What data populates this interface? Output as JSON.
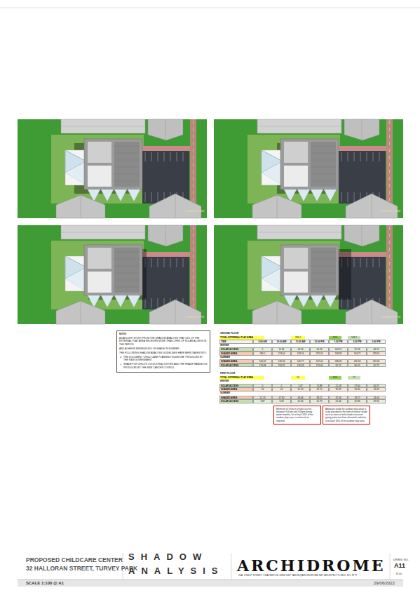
{
  "diagram": {
    "nodes": [
      {
        "text": [
          "NOTE:",
          "A DAYLIGHT STUDY FROM THE SHADOW ANALYSIS THAT 50% OF THE EXTERNAL PLAY AREA RECEIVES MORE THAN 2 HRS OF SOLAR ACCESS IN THE PERIOD",
          "AND ACHIEVE MINIMUM 30% OF SHADE IN SUMMER.",
          "THE FOLLOWING SHADOW ANALYSIS GUIDELINES HAVE BEEN TAKEN INTO:",
          "THE DOCUMENT 'CHILD CARE PLANNING GUIDELINE' PRODUCED BY THE NSW GOVERNMENT",
          "SHADE FOR CHILD'S OUTDOOR ACTIVITIES AND THE SHADE HANDBOOK PRODUCED BY THE NSW CANCER COUNCIL"
        ]
      },
      {
        "text": [
          "Minimum of 3 hours of solar access between 9:00am and 3:00pm during winter months, for at least 50% of the outdoor play area, is achieved as required."
        ]
      },
      {
        "text": [
          "Adequate shade for outdoor play areas is to be provided in the form of natural shade such as trees or built shade structures giving protection from ultraviolet radiation to at least 30% of the outdoor play area."
        ]
      }
    ],
    "labels": [
      "SUMMER 9AM",
      "SUMMER 11AM",
      "SUMMER 1PM",
      "SUMMER 3PM",
      "GROUND FLOOR",
      "TOTAL EXTERNAL PLAY AREA",
      "286.1",
      "50%",
      "143.1",
      "TIME",
      "9:00 AM",
      "10:00 AM",
      "11:00 AM",
      "12:00 PM",
      "1:00 PM",
      "2:00 PM",
      "3:00 PM",
      "WINTER",
      "SOLAR ACCESS",
      "0",
      "11.46",
      "42.94",
      "54.76",
      "102.12",
      "91.33",
      "46.19",
      "SHADED AREA",
      "286.1",
      "274.64",
      "243.16",
      "231.34",
      "183.98",
      "194.77",
      "239.91",
      "SUMMER",
      "SHADED AREA",
      "106.42",
      "130.18",
      "145.77",
      "157.04",
      "186.35",
      "205.18",
      "220.35",
      "SOLAR ACCESS",
      "179.68",
      "155.92",
      "140.33",
      "129.06",
      "99.75",
      "80.92",
      "65.75",
      "FIRST FLOOR",
      "TOTAL EXTERNAL PLAY AREA",
      "54",
      "50%",
      "27",
      "WINTER",
      "SOLAR ACCESS",
      "0",
      "0",
      "2.47",
      "11.88",
      "21.18",
      "27.60",
      "40.37",
      "SHADED AREA",
      "54",
      "54",
      "51.53",
      "42.12",
      "32.82",
      "26.40",
      "13.63",
      "SUMMER",
      "SHADED AREA",
      "51.13",
      "47.82",
      "43.66",
      "38.21",
      "32.56",
      "28.17",
      "24.04",
      "SOLAR ACCESS",
      "2.87",
      "6.18",
      "10.34",
      "15.79",
      "21.44",
      "25.83",
      "29.96",
      "PROPOSED CHILDCARE CENTER",
      "32 HALLORAN STREET, TURVEY PARK",
      "SHADOW",
      "ANALYSIS",
      "ARCHIDROME",
      "20A, 8 HELP STREET, CHATSWOOD NSW 2067   TARUN@ARCHIDROME.NET   ARCHITECT'S REG. NO. 8777",
      "DRWG. NO.",
      "A11",
      "R-00",
      "SCALE 1:100 @ A1",
      "29/06/2022"
    ]
  }
}
